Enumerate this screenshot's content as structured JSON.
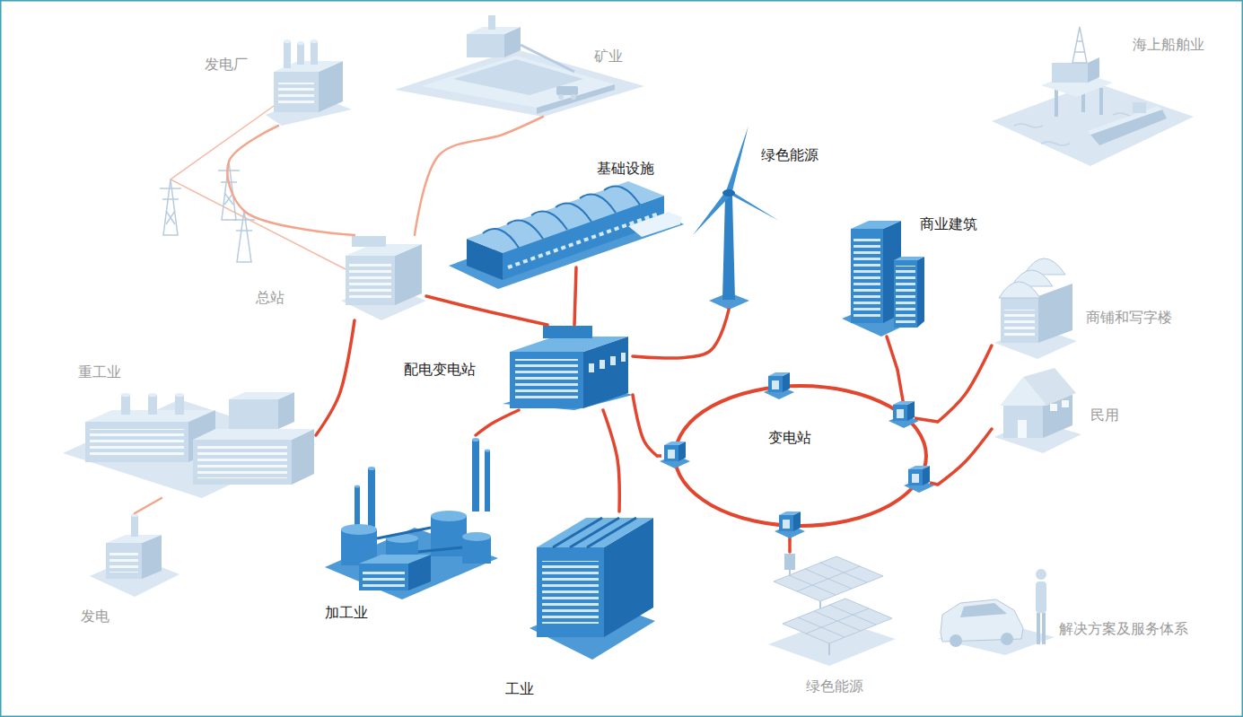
{
  "diagram": {
    "nodes": [
      {
        "text": [
          "发电厂"
        ]
      },
      {
        "text": [
          "矿业"
        ]
      },
      {
        "text": [
          "绿色能源"
        ]
      },
      {
        "text": [
          "海上船舶业"
        ]
      },
      {
        "text": [
          "基础设施"
        ]
      },
      {
        "text": [
          "商业建筑"
        ]
      },
      {
        "text": [
          "总站"
        ]
      },
      {
        "text": [
          "重工业"
        ]
      },
      {
        "text": [
          "配电变电站"
        ]
      },
      {
        "text": [
          "变电站"
        ]
      },
      {
        "text": [
          "商铺和写字楼"
        ]
      },
      {
        "text": [
          "民用"
        ]
      },
      {
        "text": [
          "发电"
        ]
      },
      {
        "text": [
          "加工业"
        ]
      },
      {
        "text": [
          "工业"
        ]
      },
      {
        "text": [
          "绿色能源"
        ]
      },
      {
        "text": [
          "解决方案及服务体系"
        ]
      }
    ],
    "edges": [
      {
        "from": 0,
        "to": 6,
        "arrow": "none"
      },
      {
        "from": 1,
        "to": 6,
        "arrow": "none"
      },
      {
        "from": 6,
        "to": 8,
        "arrow": "none"
      },
      {
        "from": 6,
        "to": 7,
        "arrow": "none"
      },
      {
        "from": 8,
        "to": 4,
        "arrow": "none"
      },
      {
        "from": 8,
        "to": 13,
        "arrow": "none"
      },
      {
        "from": 8,
        "to": 14,
        "arrow": "none"
      },
      {
        "from": 8,
        "to": 2,
        "arrow": "none"
      },
      {
        "from": 8,
        "to": 9,
        "arrow": "none"
      },
      {
        "from": 9,
        "to": 5,
        "arrow": "none"
      },
      {
        "from": 9,
        "to": 10,
        "arrow": "none"
      },
      {
        "from": 9,
        "to": 11,
        "arrow": "none"
      },
      {
        "from": 9,
        "to": 15,
        "arrow": "none"
      },
      {
        "from": 7,
        "to": 12,
        "arrow": "none"
      }
    ]
  }
}
